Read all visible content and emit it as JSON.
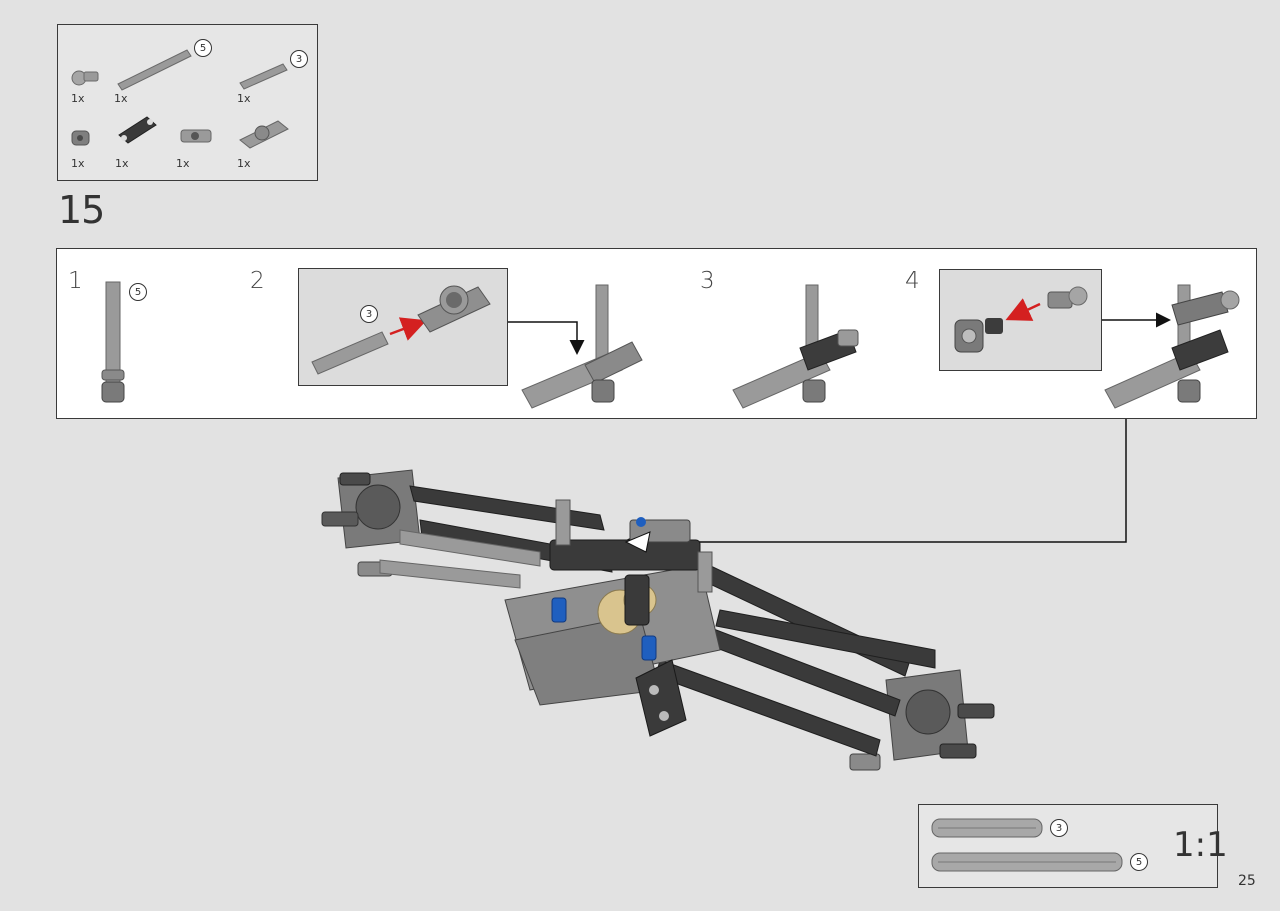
{
  "parts_list": {
    "items": [
      {
        "icon": "pin-with-ball",
        "qty": "1x"
      },
      {
        "icon": "axle-5",
        "qty": "1x",
        "length": "5"
      },
      {
        "icon": "axle-3",
        "qty": "1x",
        "length": "3"
      },
      {
        "icon": "bush",
        "qty": "1x"
      },
      {
        "icon": "thin-liftarm-1x3",
        "qty": "1x"
      },
      {
        "icon": "axle-pin-connector-hub",
        "qty": "1x"
      },
      {
        "icon": "axle-connector-perpendicular",
        "qty": "1x"
      }
    ]
  },
  "step": {
    "number": "15",
    "substeps": [
      {
        "number": "1",
        "length": "5"
      },
      {
        "number": "2",
        "length": "3"
      },
      {
        "number": "3"
      },
      {
        "number": "4"
      }
    ]
  },
  "scale": {
    "label": "1:1",
    "items": [
      {
        "length": "3"
      },
      {
        "length": "5"
      }
    ]
  },
  "page_number": "25",
  "colors": {
    "page_background": "#e2e2e2",
    "panel_background": "#ffffff",
    "callout_background": "#dcdcdc",
    "part_dark": "#3c3c3c",
    "part_light": "#9a9a9a",
    "accent_arrow": "#d42020",
    "pin_blue": "#1f5fbf",
    "gear_tan": "#d9c48e"
  }
}
